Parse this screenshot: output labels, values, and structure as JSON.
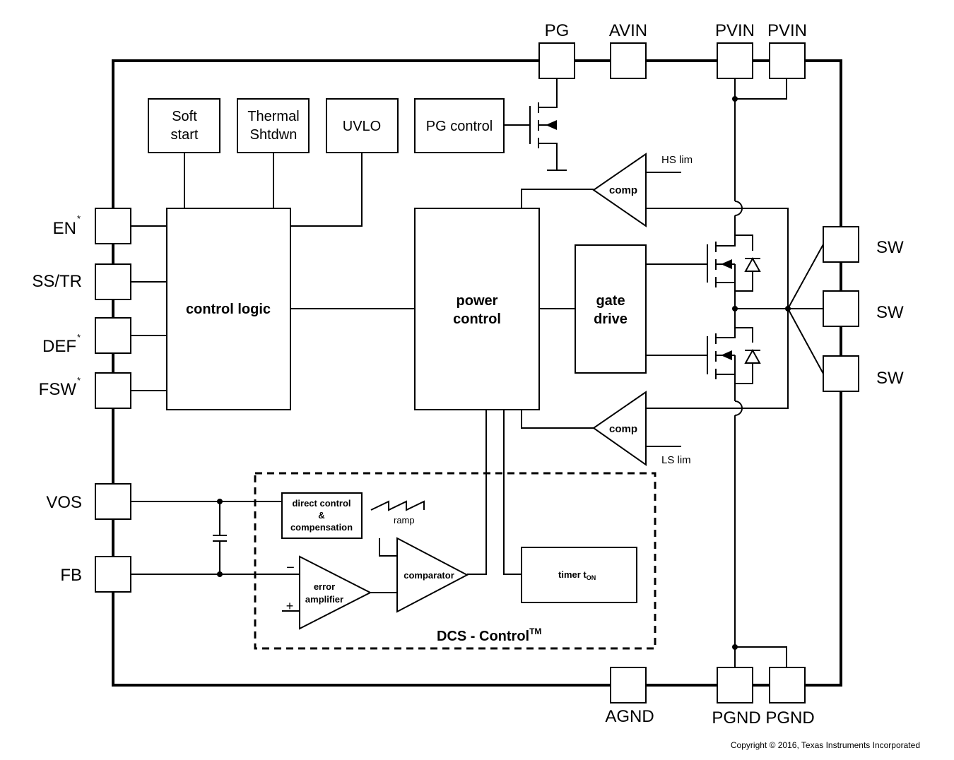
{
  "pins": {
    "pg": "PG",
    "avin": "AVIN",
    "pvin1": "PVIN",
    "pvin2": "PVIN",
    "en": "EN",
    "ss_tr": "SS/TR",
    "def": "DEF",
    "fsw": "FSW",
    "vos": "VOS",
    "fb": "FB",
    "sw1": "SW",
    "sw2": "SW",
    "sw3": "SW",
    "agnd": "AGND",
    "pgnd1": "PGND",
    "pgnd2": "PGND",
    "asterisk": "*"
  },
  "blocks": {
    "soft_start_1": "Soft",
    "soft_start_2": "start",
    "thermal_1": "Thermal",
    "thermal_2": "Shtdwn",
    "uvlo": "UVLO",
    "pg_control": "PG control",
    "control_logic": "control logic",
    "power_control_1": "power",
    "power_control_2": "control",
    "gate_drive_1": "gate",
    "gate_drive_2": "drive",
    "comp_hs": "comp",
    "comp_ls": "comp",
    "hs_lim": "HS lim",
    "ls_lim": "LS lim",
    "direct_control_1": "direct control",
    "direct_control_2": "&",
    "direct_control_3": "compensation",
    "ramp": "ramp",
    "comparator": "comparator",
    "error_amp_1": "error",
    "error_amp_2": "amplifier",
    "minus": "−",
    "plus": "+",
    "timer": "timer t",
    "timer_sub": "ON",
    "dcs_control": "DCS - Control",
    "dcs_tm": "TM"
  },
  "copyright": "Copyright © 2016, Texas Instruments Incorporated"
}
